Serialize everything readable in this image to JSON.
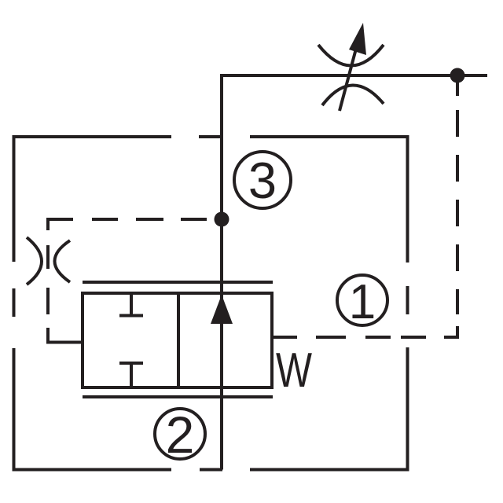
{
  "schematic": {
    "background_color": "#ffffff",
    "line_color": "#231f20",
    "ports": [
      {
        "name": "port-1",
        "label": "1"
      },
      {
        "name": "port-2",
        "label": "2"
      },
      {
        "name": "port-3",
        "label": "3"
      }
    ],
    "spring_label": "W",
    "components": [
      "cartridge-boundary",
      "main-flow-line",
      "adjustable-flow-restrictor",
      "pilot-orifice",
      "two-position-throttling-valve",
      "blocked-port-symbols",
      "flow-arrow",
      "spring-return",
      "pilot-line-left",
      "pilot-line-right"
    ]
  }
}
